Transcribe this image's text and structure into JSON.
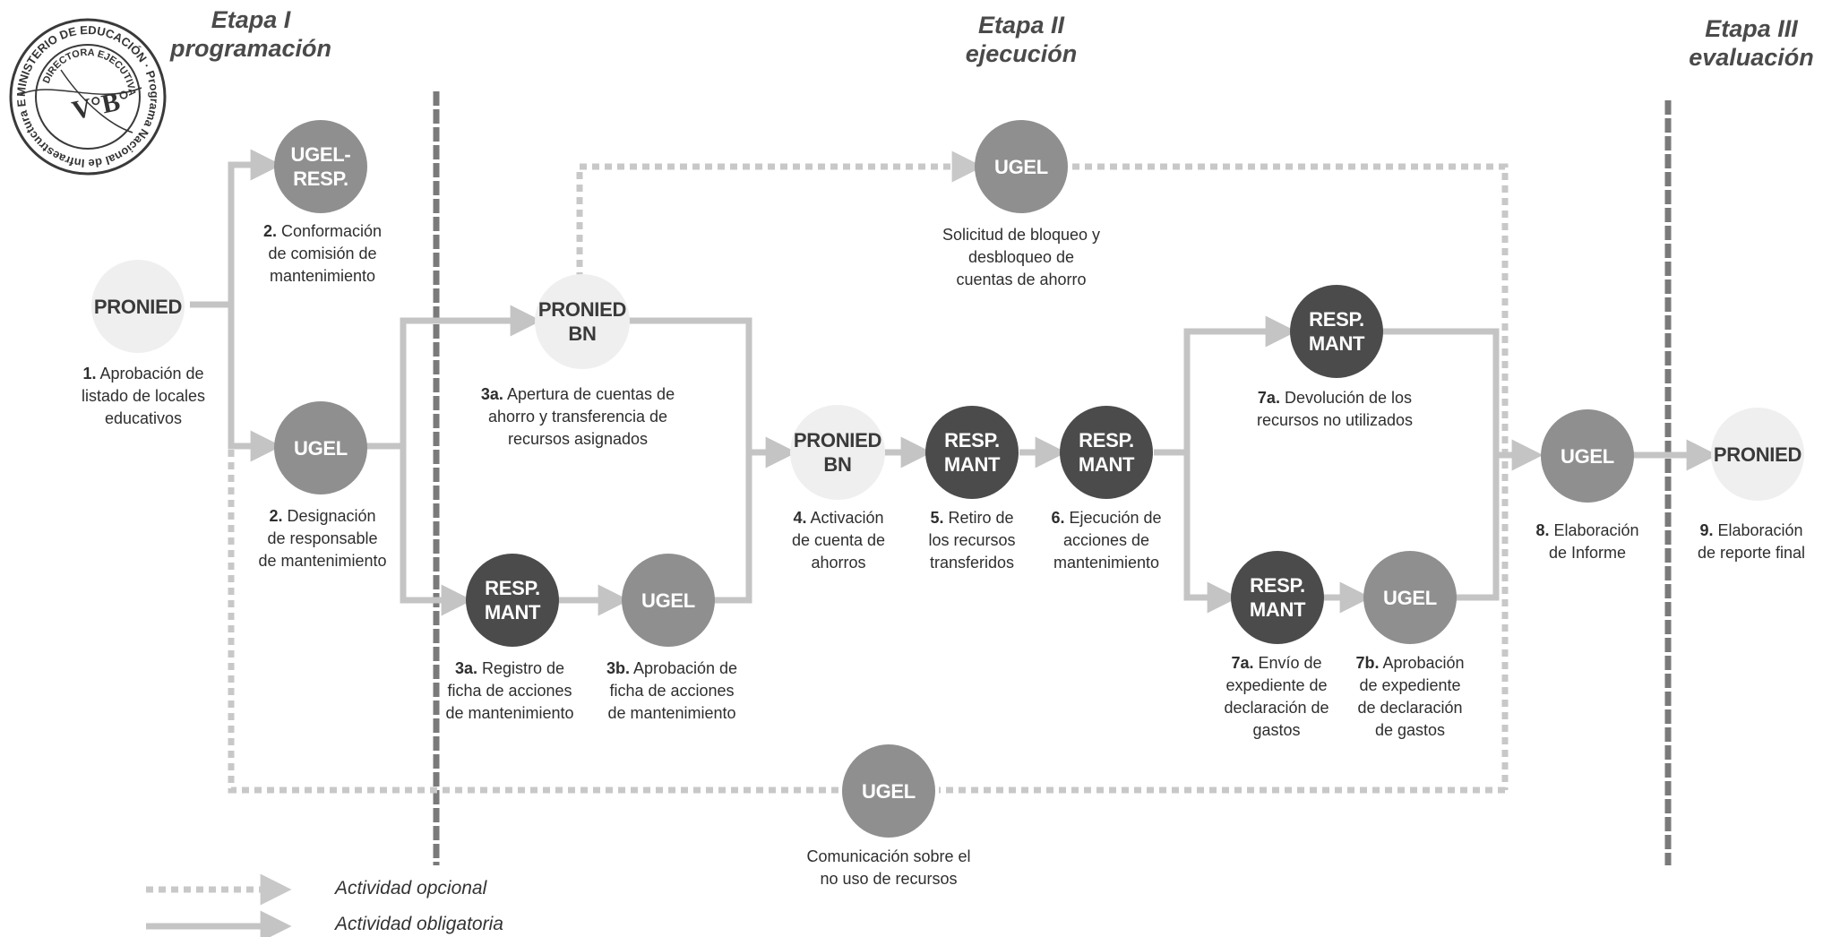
{
  "stages": [
    {
      "lines": [
        "Etapa I",
        "programación"
      ]
    },
    {
      "lines": [
        "Etapa II",
        "ejecución"
      ]
    },
    {
      "lines": [
        "Etapa III",
        "evaluación"
      ]
    }
  ],
  "nodes": {
    "pronied_start": [
      "PRONIED"
    ],
    "ugel_resp": [
      "UGEL-",
      "RESP."
    ],
    "ugel_designation": [
      "UGEL"
    ],
    "pronied_bn_3a": [
      "PRONIED",
      "BN"
    ],
    "resp_mant_3a": [
      "RESP.",
      "MANT"
    ],
    "ugel_3b": [
      "UGEL"
    ],
    "ugel_bloqueo": [
      "UGEL"
    ],
    "pronied_bn_4": [
      "PRONIED",
      "BN"
    ],
    "resp_mant_5": [
      "RESP.",
      "MANT"
    ],
    "resp_mant_6": [
      "RESP.",
      "MANT"
    ],
    "resp_mant_7a_top": [
      "RESP.",
      "MANT"
    ],
    "resp_mant_7a_bottom": [
      "RESP.",
      "MANT"
    ],
    "ugel_7b": [
      "UGEL"
    ],
    "ugel_8": [
      "UGEL"
    ],
    "pronied_9": [
      "PRONIED"
    ],
    "ugel_no_uso": [
      "UGEL"
    ]
  },
  "captions": {
    "c1": {
      "num": "1.",
      "lines": [
        "Aprobación de",
        "listado de locales",
        "educativos"
      ]
    },
    "c2a": {
      "num": "2.",
      "lines": [
        "Conformación",
        "de comisión de",
        "mantenimiento"
      ]
    },
    "c2b": {
      "num": "2.",
      "lines": [
        "Designación",
        "de responsable",
        "de mantenimiento"
      ]
    },
    "c3a_top": {
      "num": "3a.",
      "lines": [
        "Apertura de cuentas de",
        "ahorro y transferencia de",
        "recursos asignados"
      ]
    },
    "c3a_bottom": {
      "num": "3a.",
      "lines": [
        "Registro de",
        "ficha de acciones",
        "de mantenimiento"
      ]
    },
    "c3b": {
      "num": "3b.",
      "lines": [
        "Aprobación de",
        "ficha de acciones",
        "de mantenimiento"
      ]
    },
    "c_bloqueo": {
      "num": "",
      "lines": [
        "Solicitud de bloqueo y",
        "desbloqueo de",
        "cuentas de ahorro"
      ]
    },
    "c4": {
      "num": "4.",
      "lines": [
        "Activación",
        "de cuenta de",
        "ahorros"
      ]
    },
    "c5": {
      "num": "5.",
      "lines": [
        "Retiro de",
        "los recursos",
        "transferidos"
      ]
    },
    "c6": {
      "num": "6.",
      "lines": [
        "Ejecución de",
        "acciones de",
        "mantenimiento"
      ]
    },
    "c7a_top": {
      "num": "7a.",
      "lines": [
        "Devolución de los",
        "recursos no utilizados"
      ]
    },
    "c7a_bottom": {
      "num": "7a.",
      "lines": [
        "Envío de",
        "expediente de",
        "declaración de",
        "gastos"
      ]
    },
    "c7b": {
      "num": "7b.",
      "lines": [
        "Aprobación",
        "de expediente",
        "de declaración",
        "de gastos"
      ]
    },
    "c8": {
      "num": "8.",
      "lines": [
        "Elaboración",
        "de Informe"
      ]
    },
    "c9": {
      "num": "9.",
      "lines": [
        "Elaboración",
        "de reporte final"
      ]
    },
    "c_no_uso": {
      "num": "",
      "lines": [
        "Comunicación sobre el",
        "no uso de recursos"
      ]
    }
  },
  "legend": {
    "optional": "Actividad opcional",
    "mandatory": "Actividad obligatoria"
  },
  "seal": {
    "ring_text": "MINISTERIO DE EDUCACIÓN · Programa Nacional de Infraestructura Educativa ·",
    "inner_text": "DIRECTORA EJECUTIVA",
    "mark": "V°B°"
  },
  "colors": {
    "arrow": "#c4c4c4",
    "divider": "#7a7a7a",
    "node_light": "#efefef",
    "node_mid": "#8f8f8f",
    "node_dark": "#4b4b4b"
  }
}
